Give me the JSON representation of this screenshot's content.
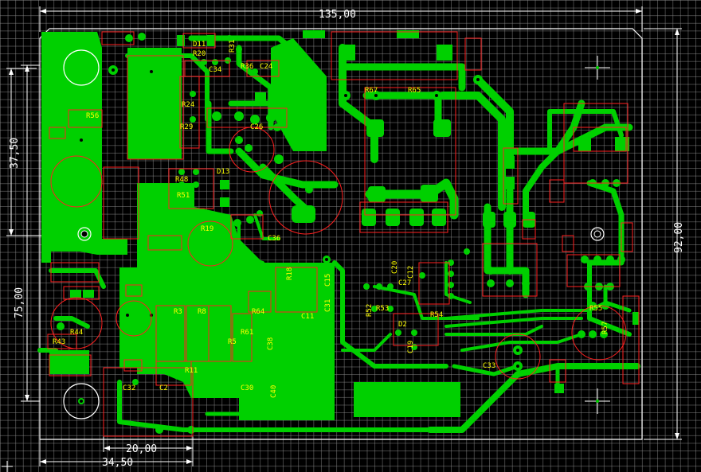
{
  "dimensions": {
    "width_top": "135,00",
    "height_right": "92,00",
    "left_outer": "75,00",
    "left_inner": "37,50",
    "bottom_inner": "20,00",
    "bottom_outer": "34,50"
  },
  "designators": {
    "r20": "R20",
    "r19": "R19",
    "r31": "R31",
    "c34": "C34",
    "c24": "C24",
    "r36": "R36",
    "d11": "D11",
    "r24": "R24",
    "r29": "R29",
    "r56": "R56",
    "c26": "C26",
    "d13": "D13",
    "r48": "R48",
    "r51": "R51",
    "c36": "C36",
    "r67": "R67",
    "r65": "R65",
    "r18": "R18",
    "c15": "C15",
    "c11": "C11",
    "c31": "C31",
    "r52": "R52",
    "r53": "R53",
    "r54": "R54",
    "c20": "C20",
    "c12": "C12",
    "c27": "C27",
    "d2": "D2",
    "c19": "C19",
    "c33": "C33",
    "r44": "R44",
    "r43": "R43",
    "r3": "R3",
    "r8": "R8",
    "r5": "R5",
    "r11": "R11",
    "c32": "C32",
    "c2": "C2",
    "c30": "C30",
    "c40": "C40",
    "r55": "R55",
    "r57": "R57",
    "c38": "C38",
    "r61": "R61",
    "r64": "R64"
  },
  "colors": {
    "background": "#000000",
    "copper": "#00d000",
    "silkscreen": "#ff2020",
    "designator": "#ffff00",
    "dimension": "#ffffff"
  }
}
